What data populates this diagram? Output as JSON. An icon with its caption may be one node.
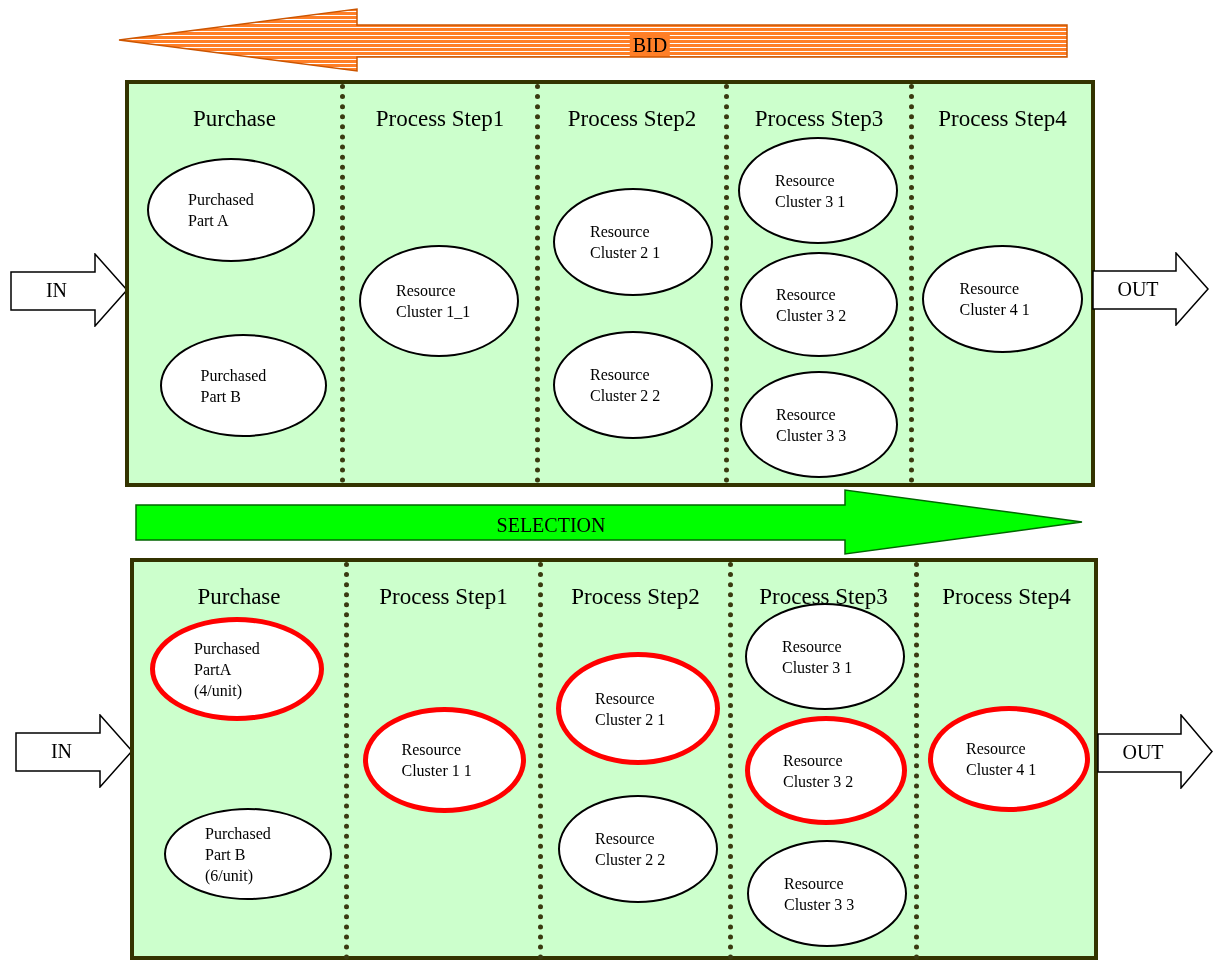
{
  "diagram": {
    "nodes": [
      {
        "text": [
          "BID"
        ]
      },
      {
        "text": [
          "IN"
        ]
      },
      {
        "text": [],
        "shape": "box"
      },
      {
        "text": [
          "Purchase"
        ],
        "in": 2
      },
      {
        "text": [
          "Purchased Part A"
        ],
        "in": 3
      },
      {
        "text": [
          "Purchased Part B"
        ],
        "in": 3
      },
      {
        "text": [
          "Process Step1"
        ],
        "in": 2
      },
      {
        "text": [
          "Resource Cluster 1_1"
        ],
        "in": 6
      },
      {
        "text": [
          "Process Step2"
        ],
        "in": 2
      },
      {
        "text": [
          "Resource Cluster 2 1"
        ],
        "in": 8
      },
      {
        "text": [
          "Resource Cluster 2 2"
        ],
        "in": 8
      },
      {
        "text": [
          "Process Step3"
        ],
        "in": 2
      },
      {
        "text": [
          "Resource Cluster 3 1"
        ],
        "in": 11
      },
      {
        "text": [
          "Resource Cluster 3 2"
        ],
        "in": 11
      },
      {
        "text": [
          "Resource Cluster 3 3"
        ],
        "in": 11
      },
      {
        "text": [
          "Process Step4"
        ],
        "in": 2
      },
      {
        "text": [
          "Resource Cluster 4 1"
        ],
        "in": 15
      },
      {
        "text": [
          "OUT"
        ]
      },
      {
        "text": [
          "SELECTION"
        ]
      },
      {
        "text": [
          "IN"
        ]
      },
      {
        "text": [],
        "shape": "box"
      },
      {
        "text": [
          "Purchase"
        ],
        "in": 20
      },
      {
        "text": [
          "Purchased PartA (4/unit)"
        ],
        "in": 21
      },
      {
        "text": [
          "Purchased Part B (6/unit)"
        ],
        "in": 21
      },
      {
        "text": [
          "Process Step1"
        ],
        "in": 20
      },
      {
        "text": [
          "Resource Cluster 1 1"
        ],
        "in": 24
      },
      {
        "text": [
          "Process Step2"
        ],
        "in": 20
      },
      {
        "text": [
          "Resource Cluster 2 1"
        ],
        "in": 26
      },
      {
        "text": [
          "Resource Cluster 2 2"
        ],
        "in": 26
      },
      {
        "text": [
          "Process Step3"
        ],
        "in": 20
      },
      {
        "text": [
          "Resource Cluster 3 1"
        ],
        "in": 29
      },
      {
        "text": [
          "Resource Cluster 3 2"
        ],
        "in": 29
      },
      {
        "text": [
          "Resource Cluster 3 3"
        ],
        "in": 29
      },
      {
        "text": [
          "Process Step4"
        ],
        "in": 20
      },
      {
        "text": [
          "Resource Cluster 4 1"
        ],
        "in": 33
      },
      {
        "text": [
          "OUT"
        ]
      }
    ]
  }
}
